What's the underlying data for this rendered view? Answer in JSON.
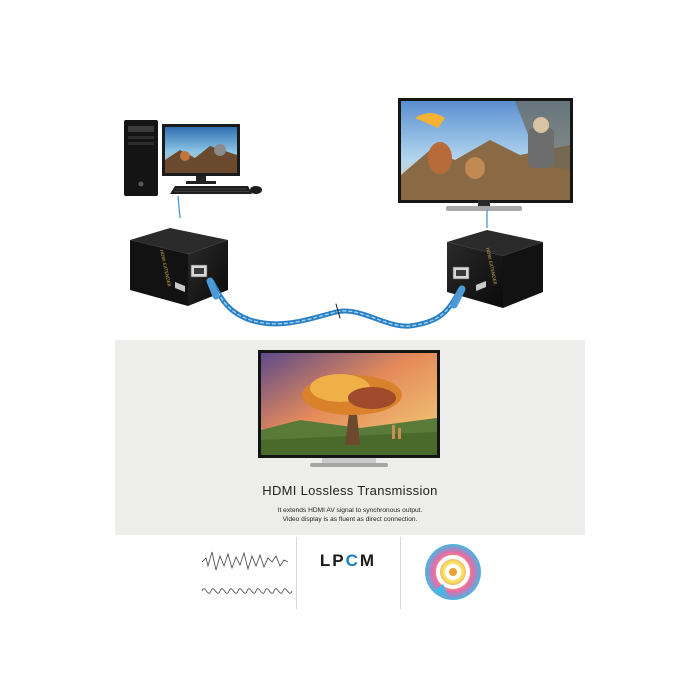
{
  "caption": {
    "title": "HDMI Lossless Transmission",
    "line1": "It extends HDMI AV signal to synchronous output.",
    "line2": "Video display is as fluent as direct connection."
  },
  "extender_label": "HDMI EXTENDER",
  "badges": {
    "lpcm_prefix": "LP",
    "lpcm_c": "C",
    "lpcm_suffix": "M"
  },
  "colors": {
    "cable": "#3a8fd1",
    "cable_light": "#7cc0ee",
    "device": "#151515",
    "panel": "#ededec",
    "lpcm_accent": "#1a7fc1"
  },
  "icons": [
    "desktop-computer-icon",
    "monitor-icon",
    "keyboard-icon",
    "mouse-icon",
    "tv-icon",
    "hdmi-extender-icon",
    "ethernet-cable-icon",
    "audio-waveform-icon",
    "color-wheel-icon"
  ]
}
